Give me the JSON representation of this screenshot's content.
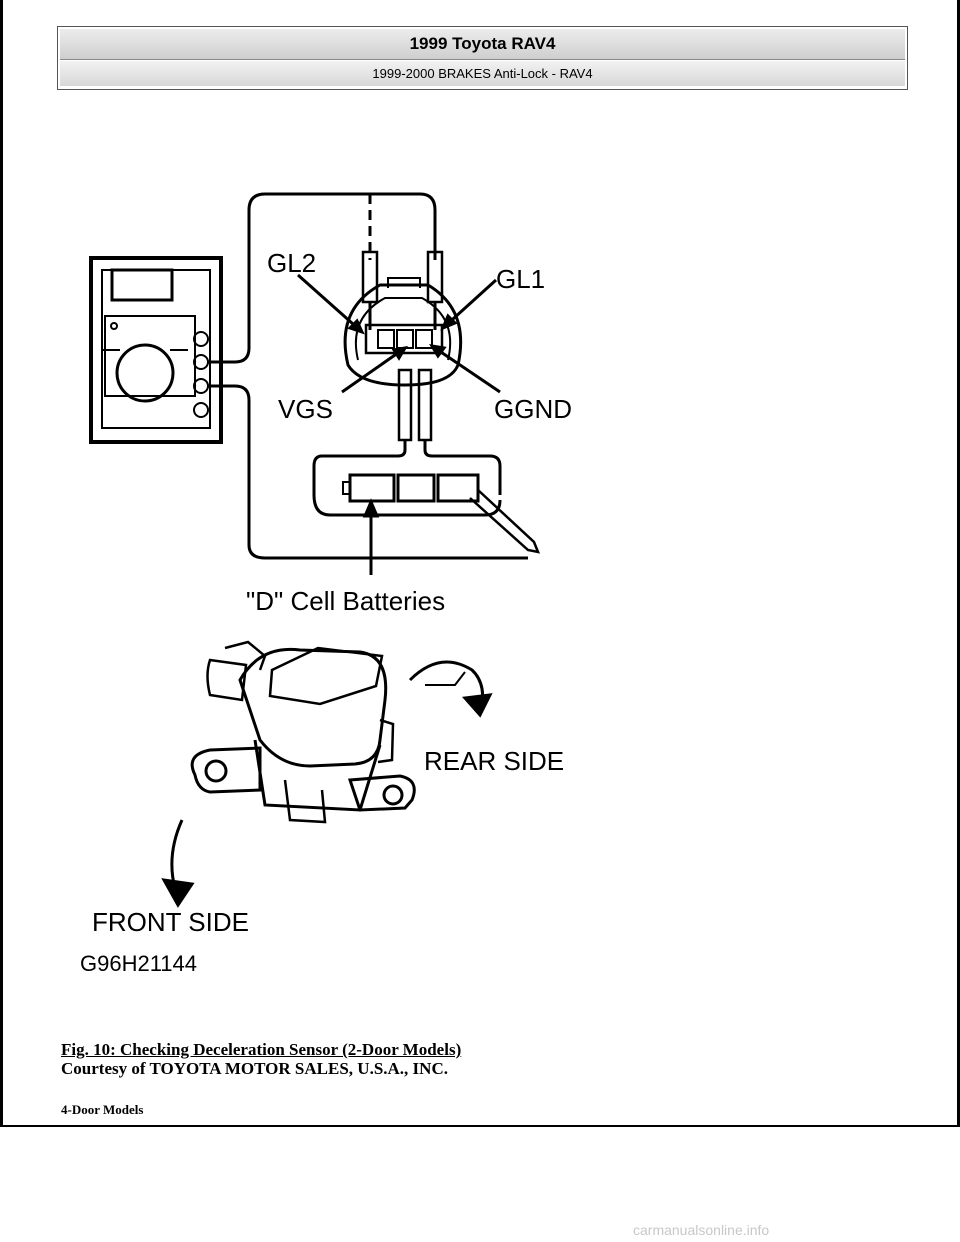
{
  "header": {
    "title": "1999 Toyota RAV4",
    "subtitle": "1999-2000 BRAKES Anti-Lock - RAV4"
  },
  "figure": {
    "labels": {
      "gl2": "GL2",
      "gl1": "GL1",
      "vgs": "VGS",
      "ggnd": "GGND",
      "batteries": "\"D\" Cell Batteries",
      "rear_side": "REAR SIDE",
      "front_side": "FRONT SIDE",
      "code": "G96H21144"
    }
  },
  "caption": {
    "title": "Fig. 10: Checking Deceleration Sensor (2-Door Models)",
    "credit": "Courtesy of TOYOTA MOTOR SALES, U.S.A., INC."
  },
  "section": {
    "label": "4-Door Models"
  },
  "watermark": "carmanualsonline.info"
}
